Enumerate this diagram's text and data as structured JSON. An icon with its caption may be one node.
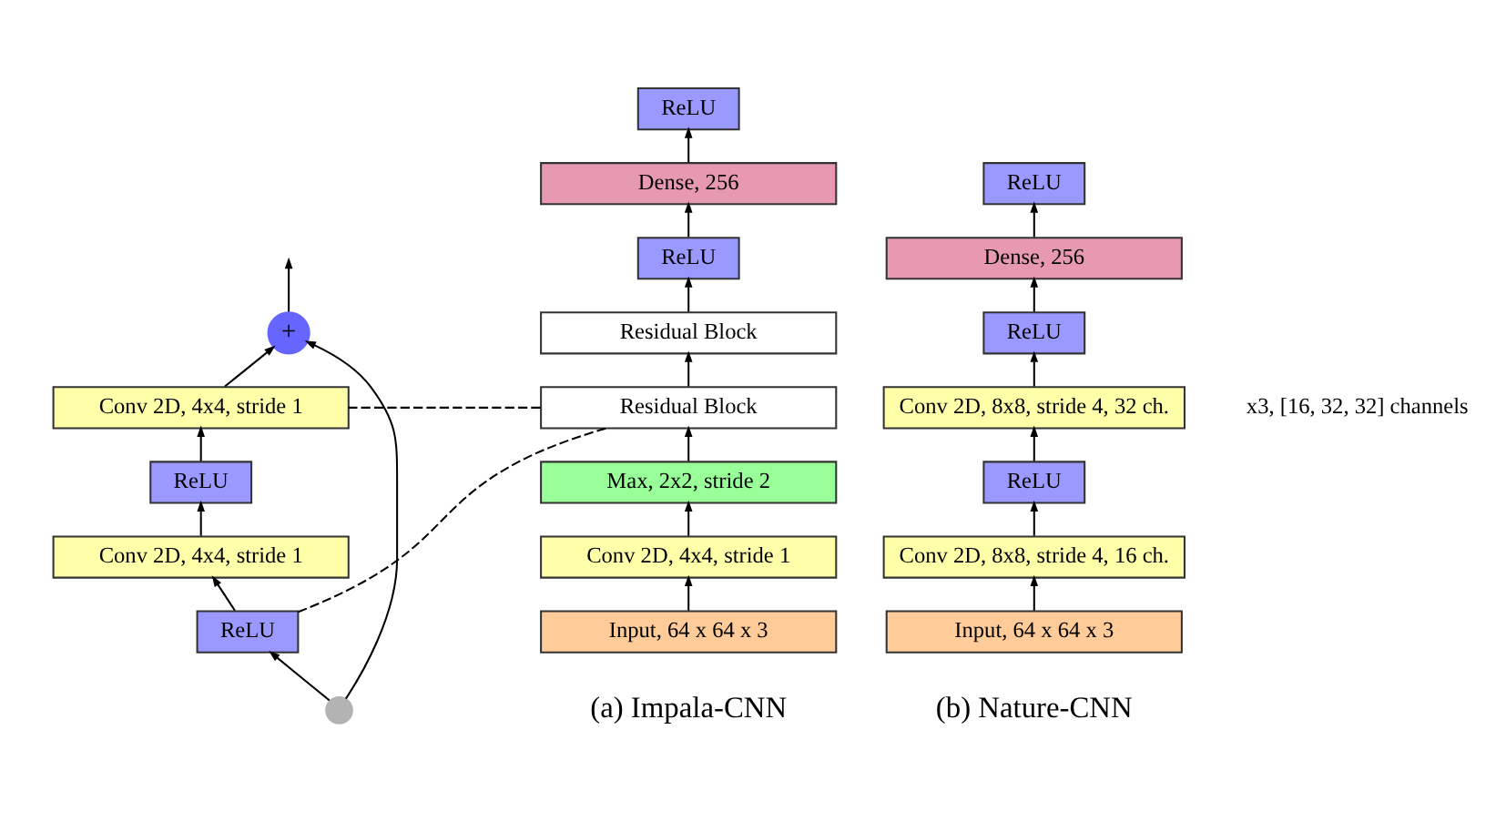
{
  "diagram": {
    "nodes": [
      {
        "text": [
          "Input, 64 x 64 x 3"
        ]
      },
      {
        "text": [
          "Conv 2D, 4x4, stride 1"
        ]
      },
      {
        "text": [
          "Max, 2x2, stride 2"
        ]
      },
      {
        "text": [
          "Residual Block"
        ]
      },
      {
        "text": [
          "Residual Block"
        ]
      },
      {
        "text": [
          "ReLU"
        ]
      },
      {
        "text": [
          "Dense, 256"
        ]
      },
      {
        "text": [
          "ReLU"
        ]
      },
      {
        "text": [
          "ReLU"
        ]
      },
      {
        "text": [
          "Conv 2D, 4x4, stride 1"
        ]
      },
      {
        "text": [
          "ReLU"
        ]
      },
      {
        "text": [
          "Conv 2D, 4x4, stride 1"
        ]
      },
      {
        "text": [
          "+"
        ]
      },
      {
        "text": [],
        "shape": "circle"
      },
      {
        "text": [
          "Input, 64 x 64 x 3"
        ]
      },
      {
        "text": [
          "Conv 2D, 8x8, stride 4, 16 ch."
        ]
      },
      {
        "text": [
          "ReLU"
        ]
      },
      {
        "text": [
          "Conv 2D, 8x8, stride 4, 32 ch."
        ]
      },
      {
        "text": [
          "ReLU"
        ]
      },
      {
        "text": [
          "Dense, 256"
        ]
      },
      {
        "text": [
          "ReLU"
        ]
      }
    ],
    "edges": [
      {
        "from": 0,
        "to": 1,
        "arrow": "to"
      },
      {
        "from": 1,
        "to": 2,
        "arrow": "to"
      },
      {
        "from": 2,
        "to": 3,
        "arrow": "to"
      },
      {
        "from": 3,
        "to": 4,
        "arrow": "to"
      },
      {
        "from": 4,
        "to": 5,
        "arrow": "to"
      },
      {
        "from": 5,
        "to": 6,
        "arrow": "to"
      },
      {
        "from": 6,
        "to": 7,
        "arrow": "to"
      },
      {
        "from": 3,
        "to": 11,
        "arrow": "none",
        "style": "dashed"
      },
      {
        "from": 3,
        "to": 8,
        "arrow": "none",
        "style": "dashed"
      },
      {
        "from": 8,
        "to": 9,
        "arrow": "to"
      },
      {
        "from": 9,
        "to": 10,
        "arrow": "to"
      },
      {
        "from": 10,
        "to": 11,
        "arrow": "to"
      },
      {
        "from": 11,
        "to": 12,
        "arrow": "to"
      },
      {
        "from": 12,
        "to": null,
        "arrow": "to"
      },
      {
        "from": 13,
        "to": 12,
        "arrow": "to"
      },
      {
        "from": 13,
        "to": 8,
        "arrow": "to"
      },
      {
        "from": 14,
        "to": 15,
        "arrow": "to"
      },
      {
        "from": 15,
        "to": 16,
        "arrow": "to"
      },
      {
        "from": 16,
        "to": 17,
        "arrow": "to"
      },
      {
        "from": 17,
        "to": 18,
        "arrow": "to"
      },
      {
        "from": 18,
        "to": 19,
        "arrow": "to"
      },
      {
        "from": 19,
        "to": 20,
        "arrow": "to"
      }
    ],
    "labels": [
      "x3, [16, 32, 32] channels",
      "(a) Impala-CNN",
      "(b) Nature-CNN"
    ]
  }
}
